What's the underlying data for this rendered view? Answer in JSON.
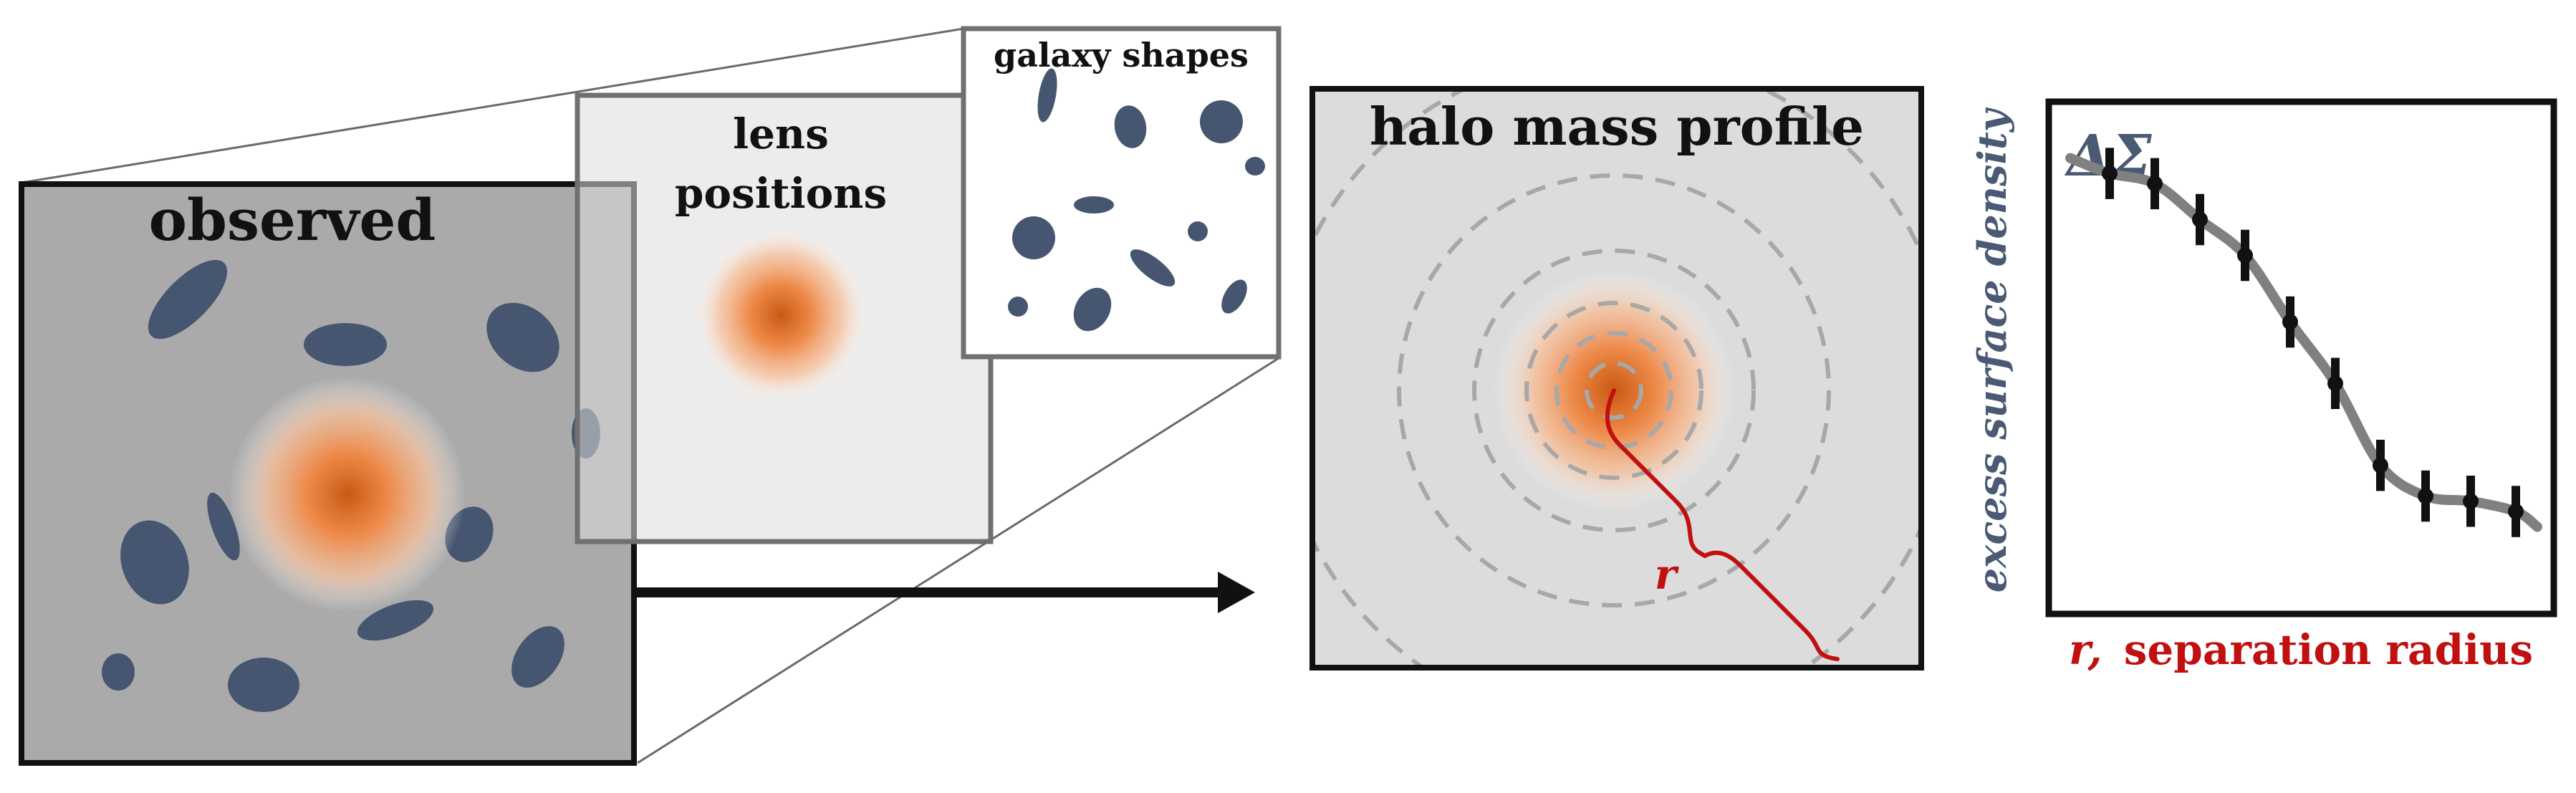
{
  "panels": {
    "observed": {
      "title": "observed"
    },
    "lens": {
      "title_line1": "lens",
      "title_line2": "positions"
    },
    "shapes": {
      "title": "galaxy shapes"
    },
    "halo": {
      "title": "halo mass profile",
      "radius_label": "r"
    },
    "plot": {
      "symbol": "ΔΣ",
      "ylabel": "excess surface density",
      "xlabel_symbol": "r,",
      "xlabel_text": "separation radius"
    }
  },
  "colors": {
    "galaxy": "#465670",
    "lens_core": "#d2611a",
    "panel_dark": "#aaaaaa",
    "panel_light": "#dcdcdc",
    "radius": "#c01010",
    "ylabel": "#4a5a74",
    "border": "#111111",
    "border_gray": "#707070",
    "ring": "#a8a8a8",
    "curve": "#808080",
    "point": "#111111"
  },
  "chart_data": {
    "type": "scatter",
    "title": "",
    "xlabel": "r, separation radius",
    "ylabel": "excess surface density",
    "series": [
      {
        "values": [
          0.86,
          0.84,
          0.77,
          0.7,
          0.57,
          0.45,
          0.29,
          0.23,
          0.22,
          0.2
        ]
      }
    ],
    "x": [
      1,
      2,
      3,
      4,
      5,
      6,
      7,
      8,
      9,
      10
    ],
    "error": [
      0.05,
      0.05,
      0.05,
      0.05,
      0.05,
      0.05,
      0.05,
      0.05,
      0.05,
      0.05
    ]
  }
}
